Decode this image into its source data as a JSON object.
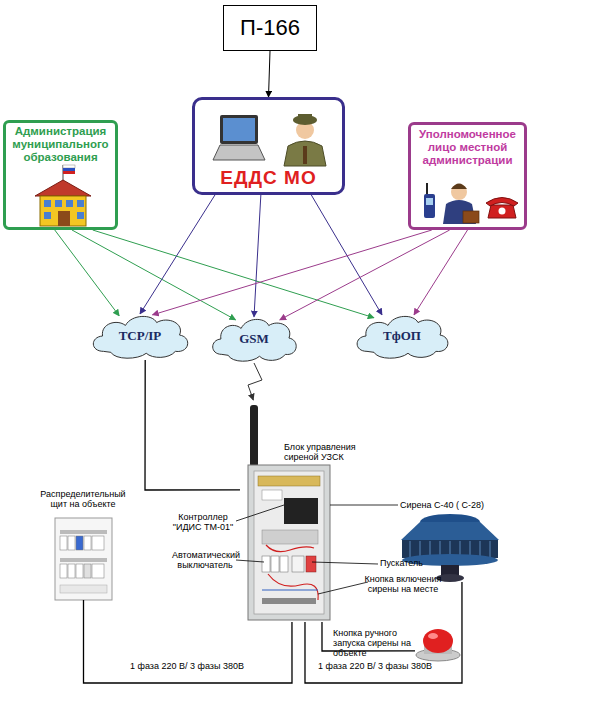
{
  "diagram": {
    "nodes": [
      {
        "text": [
          "П-166"
        ]
      },
      {
        "text": [
          "Администрация муниципального образования"
        ]
      },
      {
        "text": [
          "ЕДДС МО"
        ]
      },
      {
        "text": [
          "Уполномоченное лицо местной администрации"
        ]
      },
      {
        "text": [
          "TCP/IP"
        ]
      },
      {
        "text": [
          "GSM"
        ]
      },
      {
        "text": [
          "ТфОП"
        ]
      },
      {
        "text": [
          "Блок управления сиреной УЗСК"
        ]
      },
      {
        "text": [
          "Распределительный щит на объекте"
        ]
      },
      {
        "text": [
          "Сирена С-40 ( С-28)"
        ]
      },
      {
        "text": [
          "Кнопка ручного запуска сирены на объекте"
        ]
      }
    ],
    "edges": [
      {
        "from": 0,
        "to": 2,
        "arrow": "to"
      },
      {
        "from": 1,
        "to": 4,
        "arrow": "to"
      },
      {
        "from": 1,
        "to": 5,
        "arrow": "to"
      },
      {
        "from": 1,
        "to": 6,
        "arrow": "to"
      },
      {
        "from": 2,
        "to": 4,
        "arrow": "to"
      },
      {
        "from": 2,
        "to": 5,
        "arrow": "to"
      },
      {
        "from": 2,
        "to": 6,
        "arrow": "to"
      },
      {
        "from": 3,
        "to": 4,
        "arrow": "to"
      },
      {
        "from": 3,
        "to": 5,
        "arrow": "to"
      },
      {
        "from": 3,
        "to": 6,
        "arrow": "to"
      },
      {
        "from": 4,
        "to": 7,
        "arrow": "none"
      },
      {
        "from": 5,
        "to": 7,
        "arrow": "to"
      },
      {
        "from": 8,
        "to": 7,
        "arrow": "none",
        "label": "1 фаза 220 В/ 3 фазы 380В"
      },
      {
        "from": 7,
        "to": 9,
        "arrow": "none",
        "label": "1 фаза 220 В/ 3 фазы 380В"
      },
      {
        "from": 10,
        "to": 7,
        "arrow": "none"
      }
    ],
    "labels": [
      "Контроллер \"ИДИС ТМ-01\"",
      "Автоматический выключатель",
      "Пускатель",
      "Кнопка включения сирены на месте"
    ]
  }
}
